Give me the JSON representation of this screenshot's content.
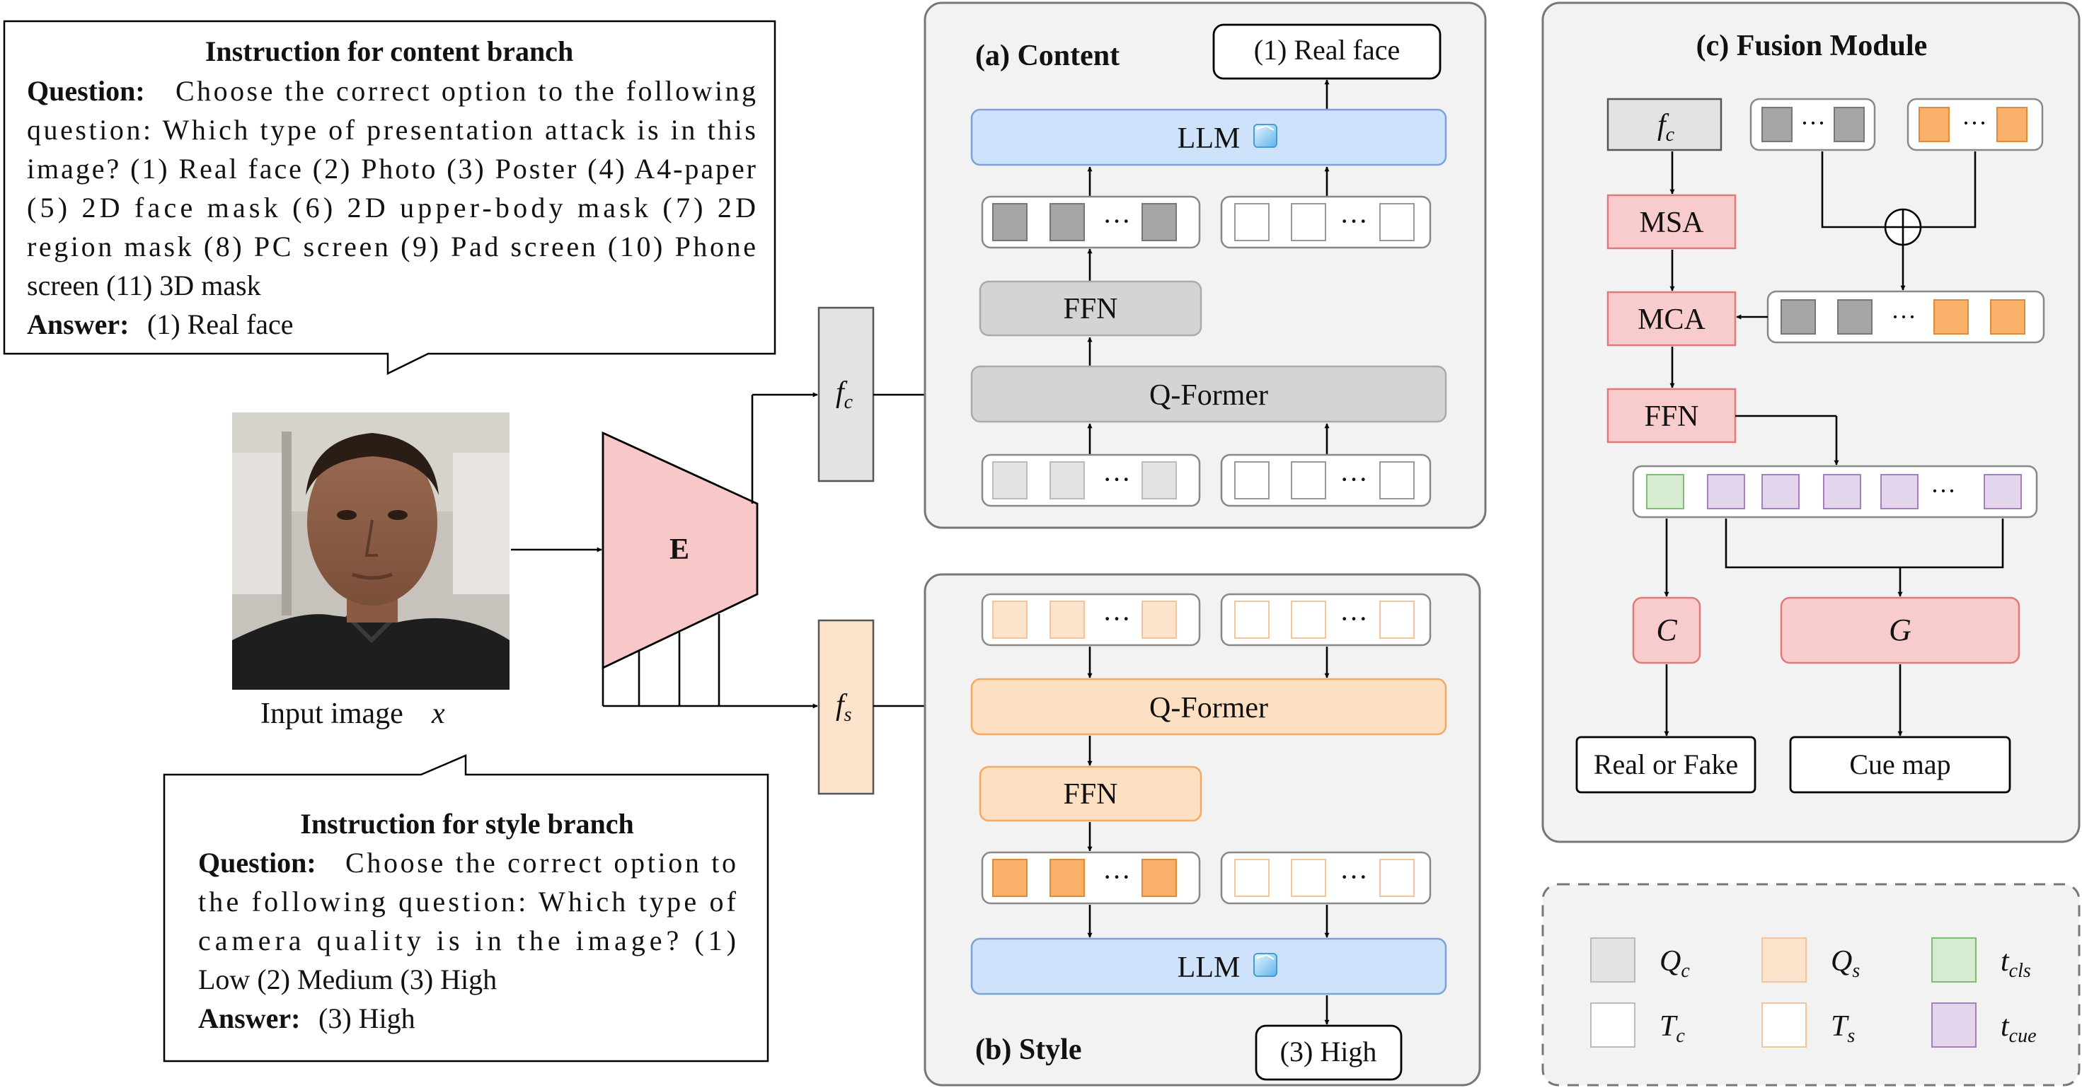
{
  "colors": {
    "gray_token": "#a6a6a6",
    "light_gray_token": "#e3e3e3",
    "orange_token": "#f9b068",
    "light_orange_token": "#fde3cc",
    "encoder": "#f8c8c8",
    "pink_block": "#f8cccc",
    "pink_stroke": "#e07a7a",
    "llm_fill": "#cfe2fb",
    "llm_stroke": "#7ca3d8",
    "qformer_gray": "#d4d4d4",
    "qformer_orange": "#fde0c2",
    "green_token": "#d5ecd0",
    "purple_token": "#e3d5ec",
    "panel": "#f2f2f2"
  },
  "content_instruction": {
    "title": "Instruction for content branch",
    "question_label": "Question:",
    "lines": [
      "Choose the correct option to the following",
      "question: Which type of presentation attack is in this",
      "image? (1) Real face (2) Photo (3) Poster (4) A4-paper",
      "(5) 2D face mask (6) 2D upper-body mask (7) 2D",
      "region mask (8) PC screen (9) Pad screen (10) Phone",
      "screen (11) 3D mask"
    ],
    "answer_label": "Answer:",
    "answer": "(1) Real face"
  },
  "style_instruction": {
    "title": "Instruction for style branch",
    "question_label": "Question:",
    "lines": [
      "Choose the correct option to",
      "the following question: Which type of",
      "camera quality is in the image? (1)",
      "Low (2) Medium (3) High"
    ],
    "answer_label": "Answer:",
    "answer": "(3) High"
  },
  "input": {
    "caption": "Input image",
    "var": "x"
  },
  "encoder": {
    "label": "E"
  },
  "features": {
    "fc": "f",
    "fc_sub": "c",
    "fs": "f",
    "fs_sub": "s"
  },
  "content_panel": {
    "title": "(a) Content",
    "output": "(1) Real face",
    "llm": "LLM",
    "ffn": "FFN",
    "qformer": "Q-Former",
    "ellipsis": "···"
  },
  "style_panel": {
    "title": "(b) Style",
    "output": "(3) High",
    "llm": "LLM",
    "ffn": "FFN",
    "qformer": "Q-Former",
    "ellipsis": "···"
  },
  "fusion_panel": {
    "title": "(c) Fusion Module",
    "fc": "f",
    "fc_sub": "c",
    "msa": "MSA",
    "mca": "MCA",
    "ffn": "FFN",
    "classifier": "C",
    "generator": "G",
    "out_cls": "Real or Fake",
    "out_map": "Cue map",
    "ellipsis": "···",
    "plus": "+"
  },
  "legend": {
    "items": [
      {
        "sym": "Q",
        "sub": "c"
      },
      {
        "sym": "Q",
        "sub": "s"
      },
      {
        "sym": "t",
        "sub": "cls"
      },
      {
        "sym": "T",
        "sub": "c"
      },
      {
        "sym": "T",
        "sub": "s"
      },
      {
        "sym": "t",
        "sub": "cue"
      }
    ]
  }
}
